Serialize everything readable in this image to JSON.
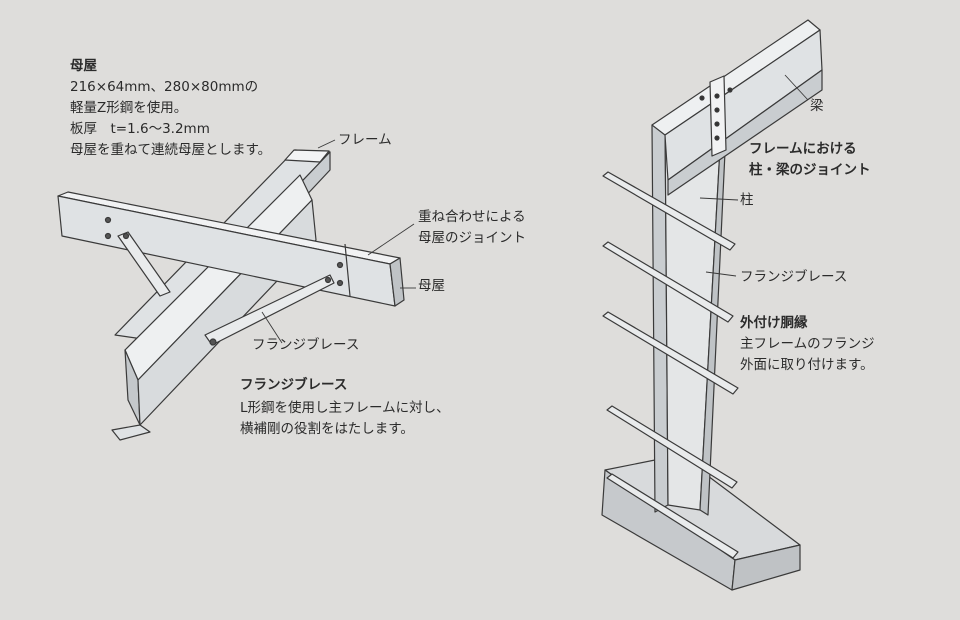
{
  "purlin_block": {
    "title": "母屋",
    "lines": [
      "216×64mm、280×80mmの",
      "軽量Z形鋼を使用。",
      "板厚　t=1.6〜3.2mm",
      "母屋を重ねて連続母屋とします。"
    ]
  },
  "labels": {
    "frame": "フレーム",
    "lap_joint_1": "重ね合わせによる",
    "lap_joint_2": "母屋のジョイント",
    "purlin": "母屋",
    "flange_brace": "フランジブレース",
    "beam": "梁",
    "column": "柱",
    "flange_brace_right": "フランジブレース"
  },
  "flange_block": {
    "title": "フランジブレース",
    "lines": [
      "L形鋼を使用し主フレームに対し、",
      "横補剛の役割をはたします。"
    ]
  },
  "joint_block": {
    "lines": [
      "フレームにおける",
      "柱・梁のジョイント"
    ]
  },
  "girt_block": {
    "title": "外付け胴縁",
    "lines": [
      "主フレームのフランジ",
      "外面に取り付けます。"
    ]
  },
  "colors": {
    "background": "#dedddb",
    "steel": "#dfe2e4",
    "line": "#3a3a3a",
    "text": "#2b2b2b"
  }
}
